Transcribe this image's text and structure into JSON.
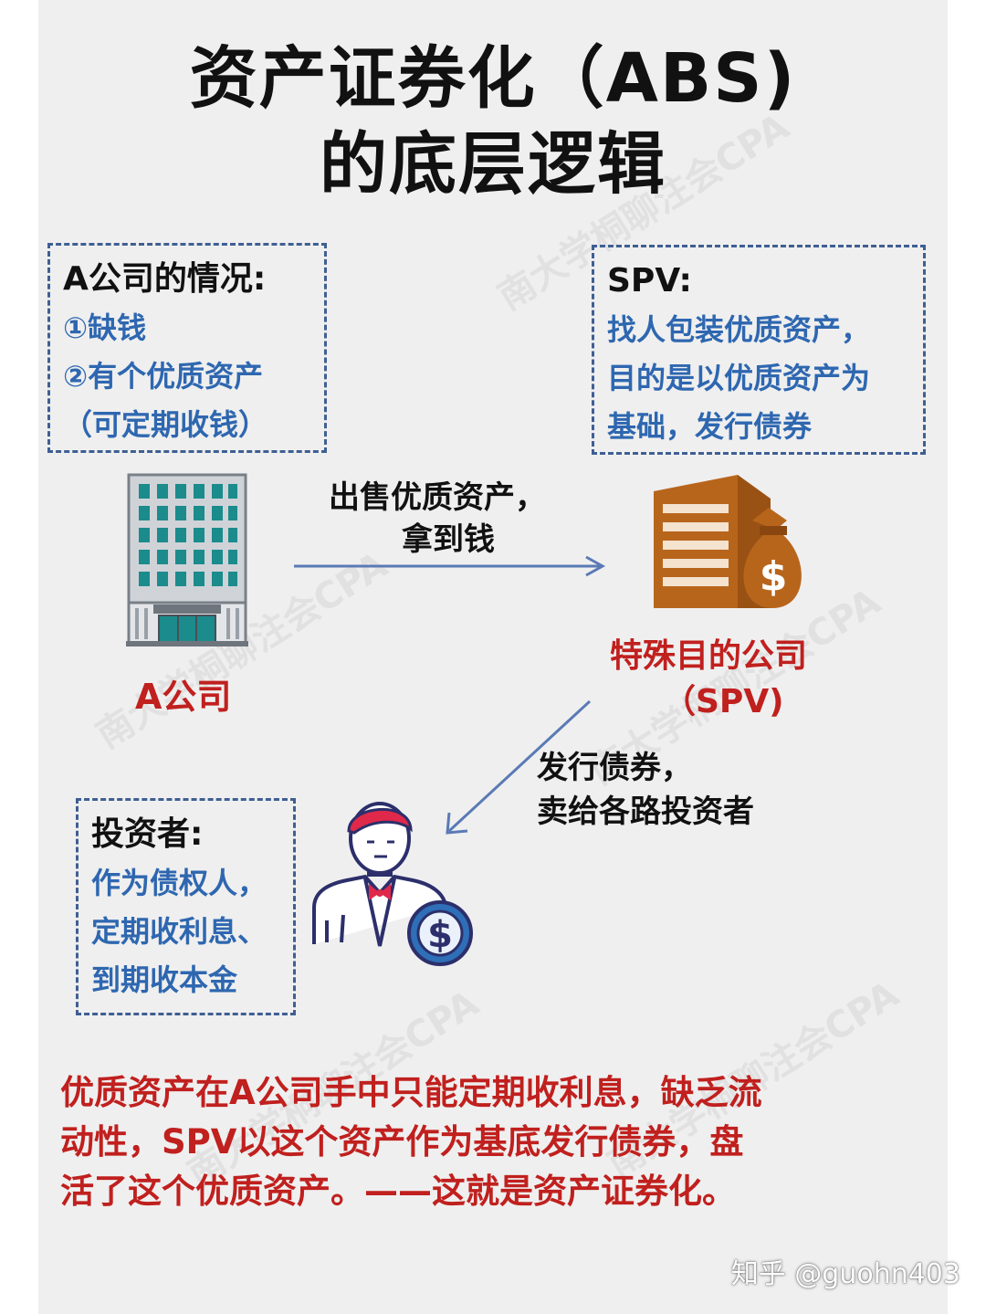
{
  "title": {
    "line1": "资产证券化（ABS)",
    "line2": "的底层逻辑"
  },
  "company_box": {
    "heading": "A公司的情况:",
    "items": [
      "①缺钱",
      "②有个优质资产",
      "（可定期收钱）"
    ]
  },
  "spv_box": {
    "heading": "SPV:",
    "items": [
      "找人包装优质资产，",
      "目的是以优质资产为",
      "基础，发行债券"
    ]
  },
  "investor_box": {
    "heading": "投资者:",
    "items": [
      "作为债权人，",
      "定期收利息、",
      "到期收本金"
    ]
  },
  "company_label": "A公司",
  "spv_label": {
    "line1": "特殊目的公司",
    "line2": "（SPV)"
  },
  "arrow_sell": {
    "line1": "出售优质资产，",
    "line2": "拿到钱"
  },
  "arrow_issue": {
    "line1": "发行债券，",
    "line2": "卖给各路投资者"
  },
  "summary": [
    "优质资产在A公司手中只能定期收利息，缺乏流",
    "动性，SPV以这个资产作为基底发行债券，盘",
    "活了这个优质资产。——这就是资产证券化。"
  ],
  "watermark": "南大学桐聊注会CPA",
  "footer": "知乎 @guohn403",
  "colors": {
    "accent_red": "#c0201e",
    "accent_blue": "#2e67b0",
    "box_border": "#3f5f93",
    "spv_brown": "#b8651c"
  }
}
